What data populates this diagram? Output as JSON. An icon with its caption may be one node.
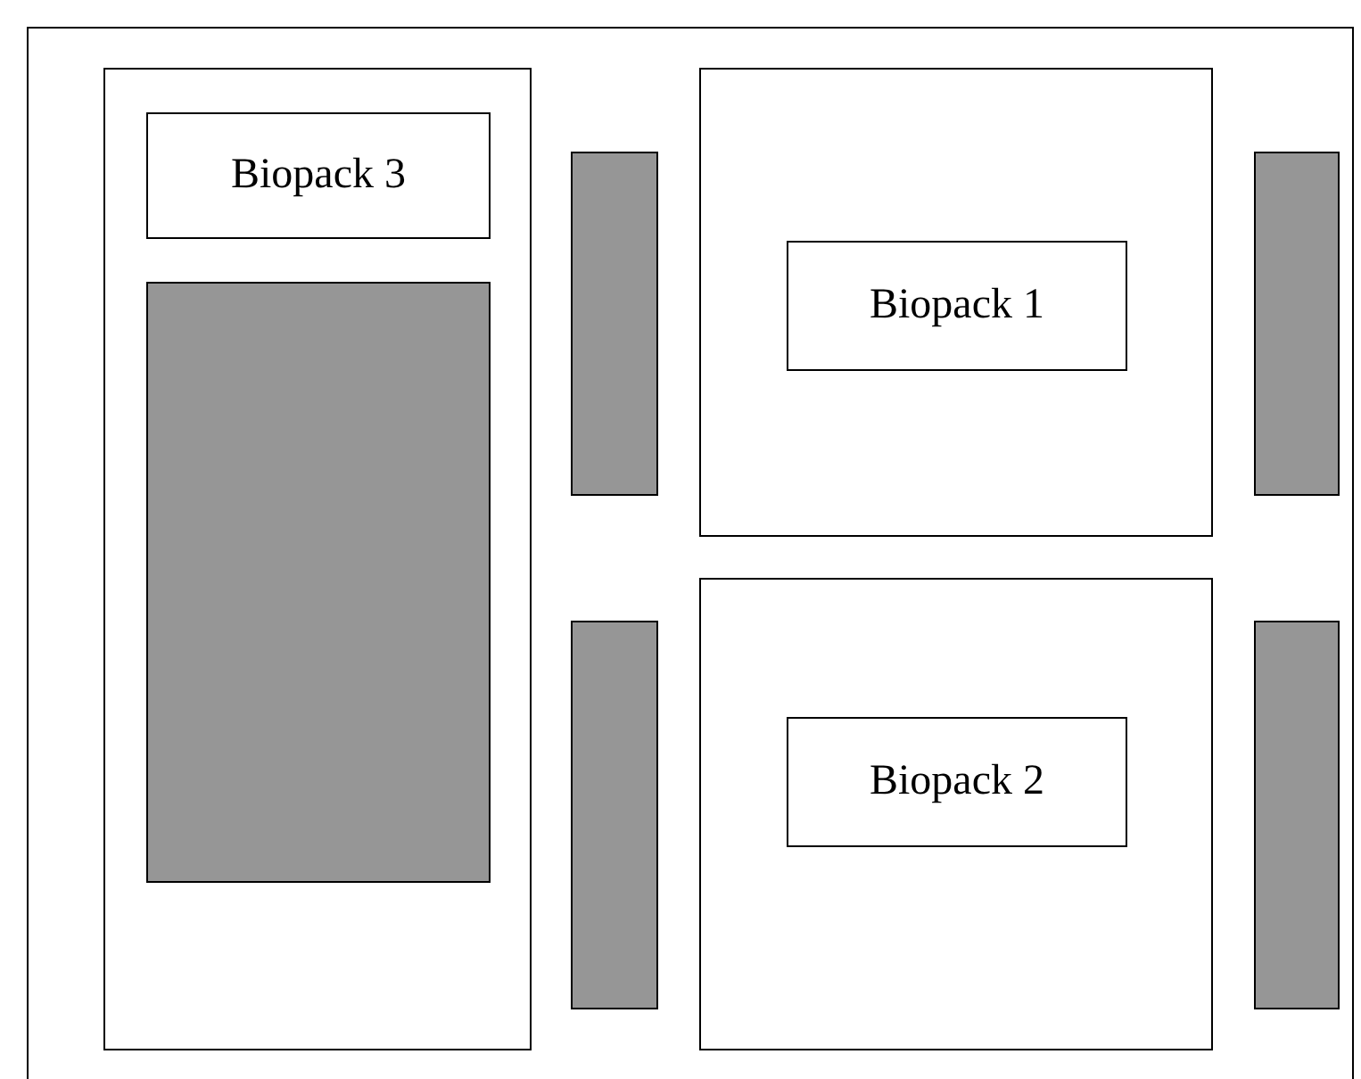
{
  "diagram": {
    "nodes": [
      {
        "text": [],
        "shape": "box"
      },
      {
        "text": [
          "Biopack 3"
        ],
        "in": 0
      },
      {
        "text": [],
        "shape": "bar",
        "in": 0
      },
      {
        "text": [],
        "shape": "bar"
      },
      {
        "text": [],
        "shape": "box"
      },
      {
        "text": [
          "Biopack 1"
        ],
        "in": 4
      },
      {
        "text": [],
        "shape": "bar"
      },
      {
        "text": [],
        "shape": "bar"
      },
      {
        "text": [],
        "shape": "box"
      },
      {
        "text": [
          "Biopack 2"
        ],
        "in": 8
      },
      {
        "text": [],
        "shape": "bar"
      }
    ]
  }
}
